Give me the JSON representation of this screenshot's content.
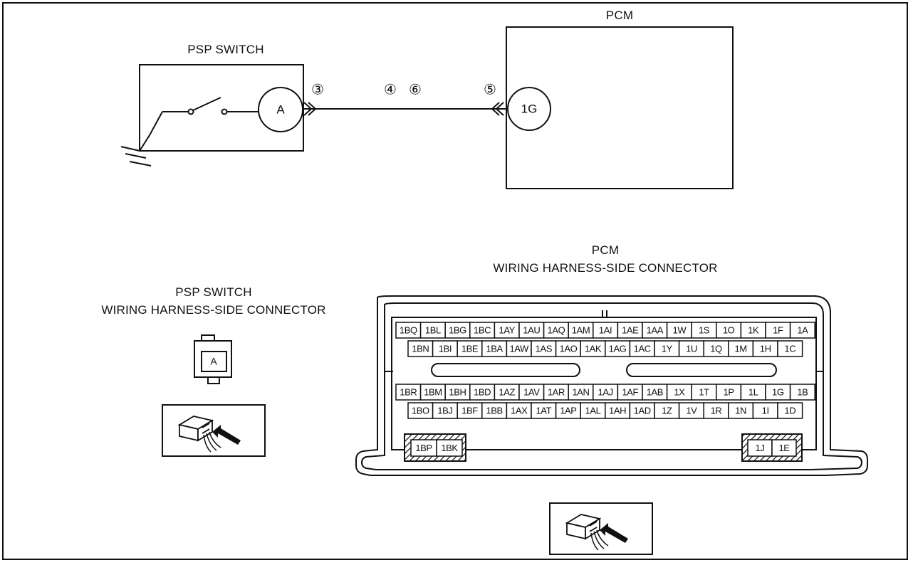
{
  "schematic": {
    "psp_switch_title": "PSP SWITCH",
    "pcm_title": "PCM",
    "connector_a": "A",
    "connector_1g": "1G",
    "mark_3": "③",
    "mark_4": "④",
    "mark_6": "⑥",
    "mark_5": "⑤"
  },
  "psp_connector": {
    "title_line1": "PSP SWITCH",
    "title_line2": "WIRING HARNESS-SIDE CONNECTOR",
    "terminal": "A"
  },
  "pcm_connector": {
    "title_line1": "PCM",
    "title_line2": "WIRING HARNESS-SIDE CONNECTOR",
    "rows": [
      [
        "1BQ",
        "1BL",
        "1BG",
        "1BC",
        "1AY",
        "1AU",
        "1AQ",
        "1AM",
        "1AI",
        "1AE",
        "1AA",
        "1W",
        "1S",
        "1O",
        "1K",
        "1F",
        "1A"
      ],
      [
        "1BN",
        "1BI",
        "1BE",
        "1BA",
        "1AW",
        "1AS",
        "1AO",
        "1AK",
        "1AG",
        "1AC",
        "1Y",
        "1U",
        "1Q",
        "1M",
        "1H",
        "1C"
      ],
      [
        "1BR",
        "1BM",
        "1BH",
        "1BD",
        "1AZ",
        "1AV",
        "1AR",
        "1AN",
        "1AJ",
        "1AF",
        "1AB",
        "1X",
        "1T",
        "1P",
        "1L",
        "1G",
        "1B"
      ],
      [
        "1BO",
        "1BJ",
        "1BF",
        "1BB",
        "1AX",
        "1AT",
        "1AP",
        "1AL",
        "1AH",
        "1AD",
        "1Z",
        "1V",
        "1R",
        "1N",
        "1I",
        "1D"
      ]
    ],
    "left_block": [
      "1BP",
      "1BK"
    ],
    "right_block": [
      "1J",
      "1E"
    ]
  }
}
